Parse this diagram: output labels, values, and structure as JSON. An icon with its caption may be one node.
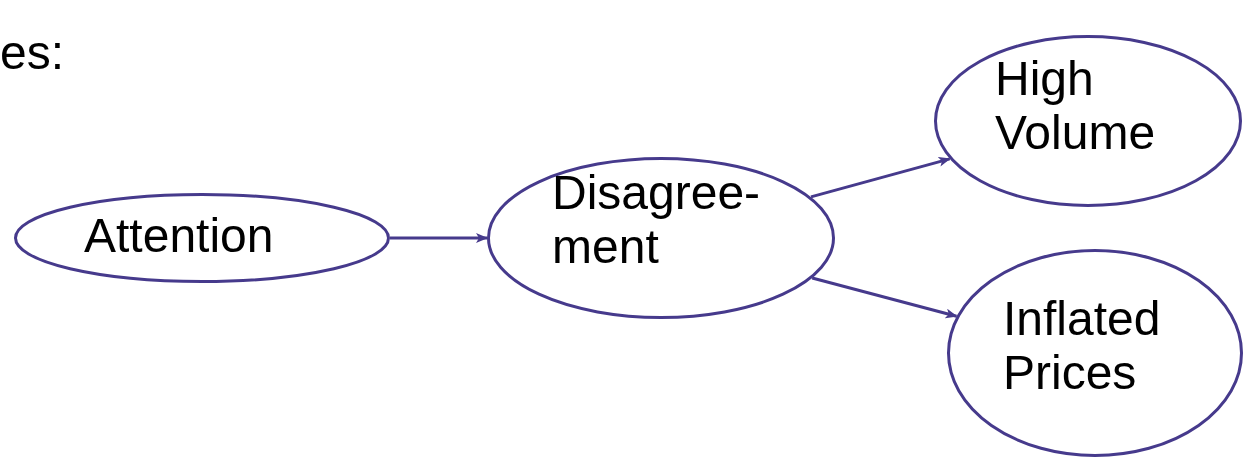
{
  "diagram": {
    "nodes": [
      {
        "text": [
          "Attention"
        ]
      },
      {
        "text": [
          "Disagree- ment"
        ]
      },
      {
        "text": [
          "High Volume"
        ]
      },
      {
        "text": [
          "Inflated Prices"
        ]
      }
    ],
    "edges": [
      {
        "from": 0,
        "to": 1,
        "arrow": "to"
      },
      {
        "from": 1,
        "to": 2,
        "arrow": "to"
      },
      {
        "from": 1,
        "to": 3,
        "arrow": "to"
      }
    ],
    "labels": [
      "es:"
    ]
  }
}
